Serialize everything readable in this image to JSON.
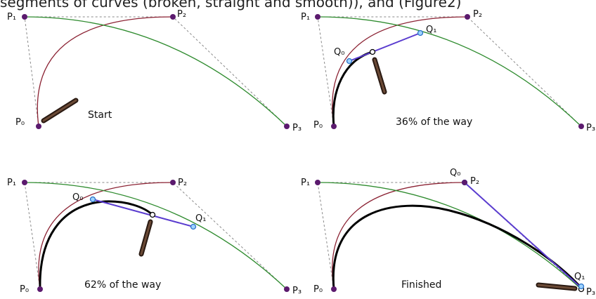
{
  "caption_fragment": "segments of curves (broken, straight and smooth)), and  (Figure2)",
  "colors": {
    "control_polygon": "#8a8a8a",
    "control_point": "#5b1a6e",
    "quadratic_curve": "#8b2233",
    "cubic_curve": "#2e8b2e",
    "q_segment": "#5a3ccf",
    "q_point_fill": "#9fd3ff",
    "q_point_stroke": "#2a72c8",
    "drawn_curve": "#000000",
    "pen_body": "#4a2f22"
  },
  "panels": [
    {
      "caption": "Start",
      "labels": {
        "p0": "P₀",
        "p1": "P₁",
        "p2": "P₂",
        "p3": "P₃"
      }
    },
    {
      "caption": "36% of the way",
      "labels": {
        "p0": "P₀",
        "p1": "P₁",
        "p2": "P₂",
        "p3": "P₃",
        "q0": "Q₀",
        "q1": "Q₁"
      }
    },
    {
      "caption": "62% of the way",
      "labels": {
        "p0": "P₀",
        "p1": "P₁",
        "p2": "P₂",
        "p3": "P₃",
        "q0": "Q₀",
        "q1": "Q₁"
      }
    },
    {
      "caption": "Finished",
      "labels": {
        "p0": "P₀",
        "p1": "P₁",
        "p2": "P₂",
        "p3": "P₃",
        "q0": "Q₀",
        "q1": "Q₁"
      }
    }
  ]
}
